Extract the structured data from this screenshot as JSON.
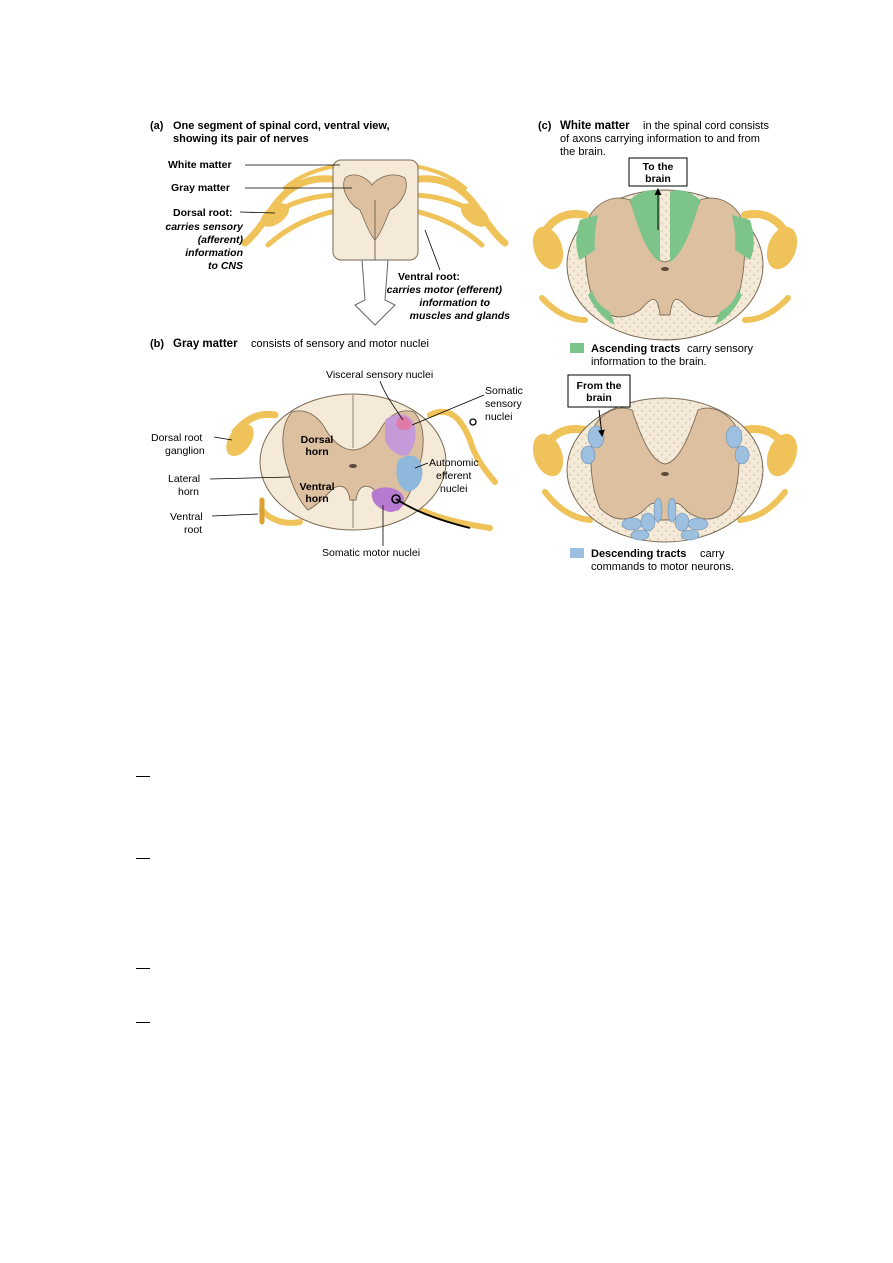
{
  "colors": {
    "nerve": "#f0c35a",
    "nerve_dark": "#d9a232",
    "white_matter": "#f5ead8",
    "gray_matter": "#dcc0a0",
    "outline": "#7a6a55",
    "ascending": "#7cc48a",
    "descending": "#9dbfe0",
    "visceral": "#e07aa8",
    "somatic_sensory": "#c49ad8",
    "autonomic": "#8fb8dc",
    "somatic_motor": "#b87ad0"
  },
  "panel_a": {
    "letter": "(a)",
    "caption_line1": "One segment of spinal cord, ventral view,",
    "caption_line2": "showing its pair of nerves",
    "label_white_matter": "White matter",
    "label_gray_matter": "Gray matter",
    "dorsal_title": "Dorsal root:",
    "dorsal_line1": "carries sensory",
    "dorsal_line2": "(afferent)",
    "dorsal_line3": "information",
    "dorsal_line4": "to CNS",
    "ventral_title": "Ventral root:",
    "ventral_line1": "carries motor (efferent)",
    "ventral_line2": "information to",
    "ventral_line3": "muscles and glands"
  },
  "panel_b": {
    "letter": "(b)",
    "caption_bold": "Gray matter",
    "caption_rest": "consists of sensory and motor nuclei",
    "label_visceral": "Visceral sensory nuclei",
    "label_somatic_sensory_1": "Somatic",
    "label_somatic_sensory_2": "sensory",
    "label_somatic_sensory_3": "nuclei",
    "label_dorsal_root_1": "Dorsal root",
    "label_dorsal_root_2": "ganglion",
    "label_dorsal_horn_1": "Dorsal",
    "label_dorsal_horn_2": "horn",
    "label_lateral_horn_1": "Lateral",
    "label_lateral_horn_2": "horn",
    "label_ventral_horn_1": "Ventral",
    "label_ventral_horn_2": "horn",
    "label_ventral_root_1": "Ventral",
    "label_ventral_root_2": "root",
    "label_autonomic_1": "Autonomic",
    "label_autonomic_2": "efferent",
    "label_autonomic_3": "nuclei",
    "label_somatic_motor": "Somatic motor nuclei"
  },
  "panel_c": {
    "letter": "(c)",
    "caption_bold": "White matter",
    "caption_rest1": "in the spinal cord consists",
    "caption_line2": "of axons carrying information to and from",
    "caption_line3": "the brain.",
    "box_to_1": "To the",
    "box_to_2": "brain",
    "asc_bold": "Ascending tracts",
    "asc_rest1": "carry sensory",
    "asc_line2": "information to the brain.",
    "box_from_1": "From the",
    "box_from_2": "brain",
    "desc_bold": "Descending tracts",
    "desc_rest1": "carry",
    "desc_line2": "commands to motor neurons."
  }
}
